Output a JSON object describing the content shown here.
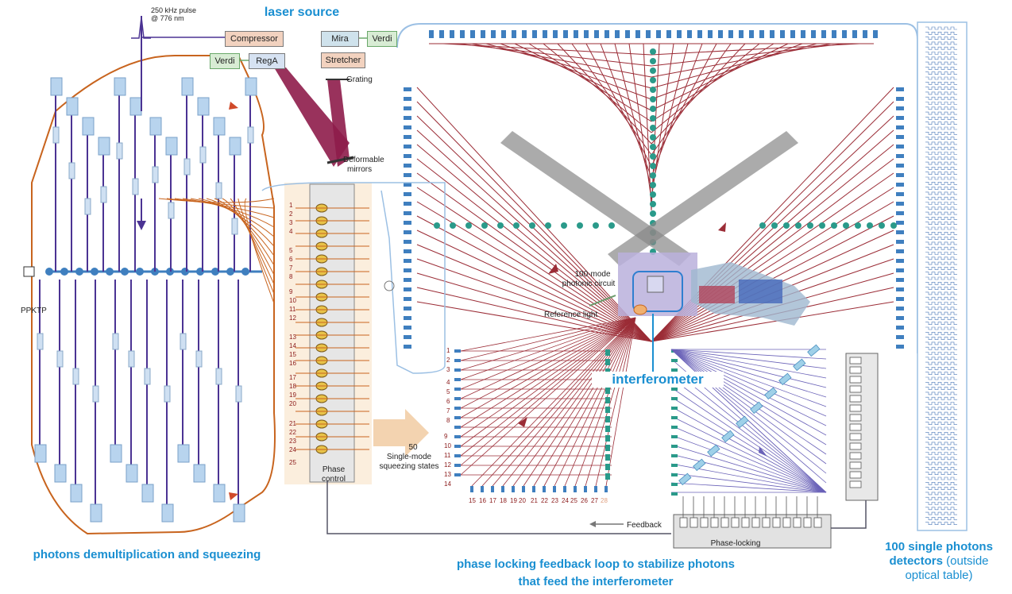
{
  "captions": {
    "laser_source": "laser source",
    "demux": "photons demultiplication and squeezing",
    "phase_loop_line1": "phase locking feedback loop to stabilize photons",
    "phase_loop_line2": "that feed the interferometer",
    "interferometer": "interferometer",
    "detectors_bold": "100 single photons",
    "detectors_bold2": "detectors",
    "detectors_plain": "(outside",
    "detectors_plain2": "optical table)"
  },
  "laser": {
    "pulse_line1": "250 kHz pulse",
    "pulse_line2": "@ 776 nm",
    "compressor": "Compressor",
    "verdi_left": "Verdi",
    "rega": "RegA",
    "mira": "Mira",
    "verdi_right": "Verdi",
    "stretcher": "Stretcher",
    "grating": "Grating",
    "deformable_line1": "Deformable",
    "deformable_line2": "mirrors"
  },
  "labels": {
    "ppktp": "PPKTP",
    "phase_control_line1": "Phase",
    "phase_control_line2": "control",
    "squeezing_line1": "50",
    "squeezing_line2": "Single-mode",
    "squeezing_line3": "squeezing states",
    "circuit_line1": "100-mode",
    "circuit_line2": "photonic circuit",
    "reference_light": "Reference light",
    "feedback": "Feedback",
    "phase_locking": "Phase-locking"
  },
  "channel_numbers": [
    "1",
    "2",
    "3",
    "4",
    "5",
    "6",
    "7",
    "8",
    "9",
    "10",
    "11",
    "12",
    "13",
    "14",
    "15",
    "16",
    "17",
    "18",
    "19",
    "20",
    "21",
    "22",
    "23",
    "24",
    "25"
  ],
  "left_numbers": [
    "1",
    "2",
    "3",
    "4",
    "5",
    "6",
    "7",
    "8",
    "9",
    "10",
    "11",
    "12",
    "13",
    "14"
  ],
  "bottom_numbers": [
    "15",
    "16",
    "17",
    "18",
    "19",
    "20",
    "21",
    "22",
    "23",
    "24",
    "25",
    "26",
    "27",
    "28"
  ],
  "colors": {
    "caption": "#1a8fd1",
    "fiber_orange": "#c8641e",
    "purple": "#4b3393",
    "dark_red": "#9b2c36",
    "teal": "#2a9a8a",
    "steel_blue": "#3f7fbf",
    "beam": "#8e1c4a"
  }
}
